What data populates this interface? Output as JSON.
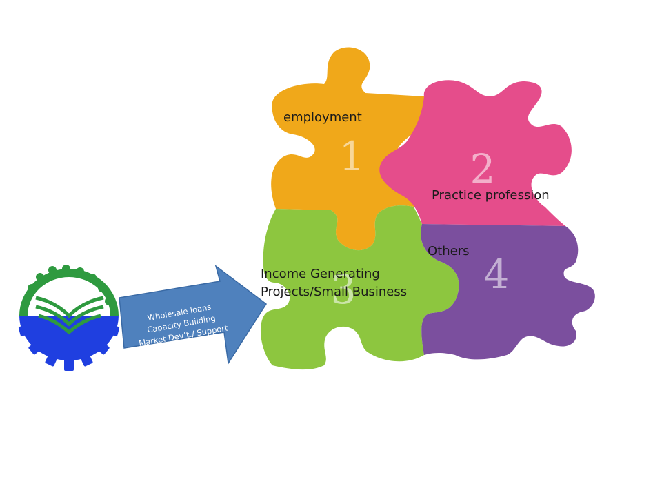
{
  "diagram": {
    "pieces": [
      {
        "number": "1",
        "label": "employment",
        "color": "#f0a81a"
      },
      {
        "number": "2",
        "label": "Practice profession",
        "color": "#e54d8b"
      },
      {
        "number": "3",
        "label_line1": "Income Generating",
        "label_line2": "Projects/Small Business",
        "color": "#8dc63f"
      },
      {
        "number": "4",
        "label": "Others",
        "color": "#7b4f9e"
      }
    ],
    "arrow": {
      "color": "#4f81bd",
      "line1": "Wholesale  loans",
      "line2": "Capacity Building",
      "line3": "Market  Dev’t./ Support"
    },
    "logo": {
      "icon": "gear-people-logo-icon",
      "colors": [
        "#1f3fe0",
        "#2e9a3f"
      ]
    }
  }
}
